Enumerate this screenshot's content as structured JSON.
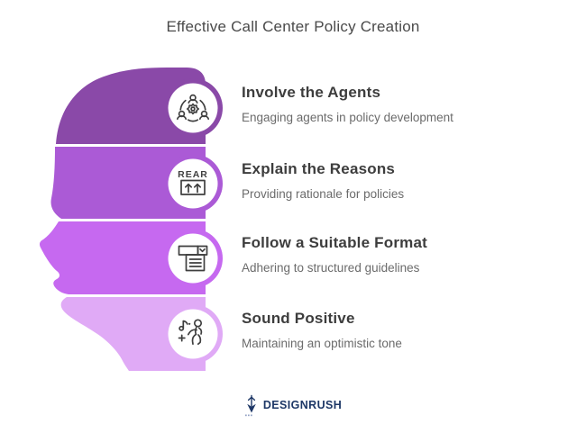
{
  "title": "Effective Call Center Policy Creation",
  "sections": [
    {
      "title": "Involve the Agents",
      "description": "Engaging agents in policy development",
      "color": "#8a49a8",
      "icon": "agents-gear-icon"
    },
    {
      "title": "Explain the Reasons",
      "description": "Providing rationale for policies",
      "color": "#ab5ad6",
      "icon": "rear-arrows-icon",
      "icon_label": "REAR"
    },
    {
      "title": "Follow a Suitable Format",
      "description": "Adhering to structured guidelines",
      "color": "#c669f0",
      "icon": "document-format-icon"
    },
    {
      "title": "Sound Positive",
      "description": "Maintaining an optimistic tone",
      "color": "#e0aaf6",
      "icon": "dancing-person-icon"
    }
  ],
  "footer": {
    "logo_text": "DESIGNRUSH",
    "logo_color": "#1d3766"
  },
  "palette": {
    "background": "#ffffff",
    "title_color": "#4a4a4a",
    "heading_color": "#3d3d3d",
    "description_color": "#6b6b6b"
  }
}
